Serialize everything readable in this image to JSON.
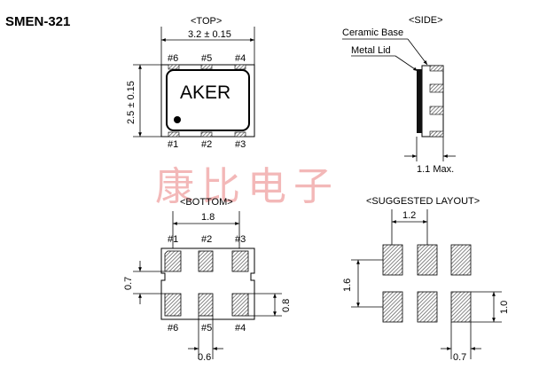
{
  "title": "SMEN-321",
  "watermark": "康比电子",
  "top": {
    "label": "<TOP>",
    "width_dim": "3.2 ± 0.15",
    "height_dim": "2.5 ± 0.15",
    "logo": "AKER",
    "pins_top": [
      "#6",
      "#5",
      "#4"
    ],
    "pins_bottom": [
      "#1",
      "#2",
      "#3"
    ]
  },
  "side": {
    "label": "<SIDE>",
    "ceramic_base": "Ceramic Base",
    "metal_lid": "Metal Lid",
    "max_dim": "1.1 Max."
  },
  "bottom": {
    "label": "<BOTTOM>",
    "pitch_dim": "1.8",
    "pins_top": [
      "#1",
      "#2",
      "#3"
    ],
    "pins_bottom": [
      "#6",
      "#5",
      "#4"
    ],
    "left_dim": "0.7",
    "right_dim": "0.8",
    "pad_width_dim": "0.6"
  },
  "layout": {
    "label": "<SUGGESTED LAYOUT>",
    "pitch_dim": "1.2",
    "height_dim": "1.6",
    "right_dim": "1.0",
    "pad_dim": "0.7"
  },
  "colors": {
    "watermark": "#f3b8b8",
    "line": "#000000",
    "hatch": "#555555"
  }
}
